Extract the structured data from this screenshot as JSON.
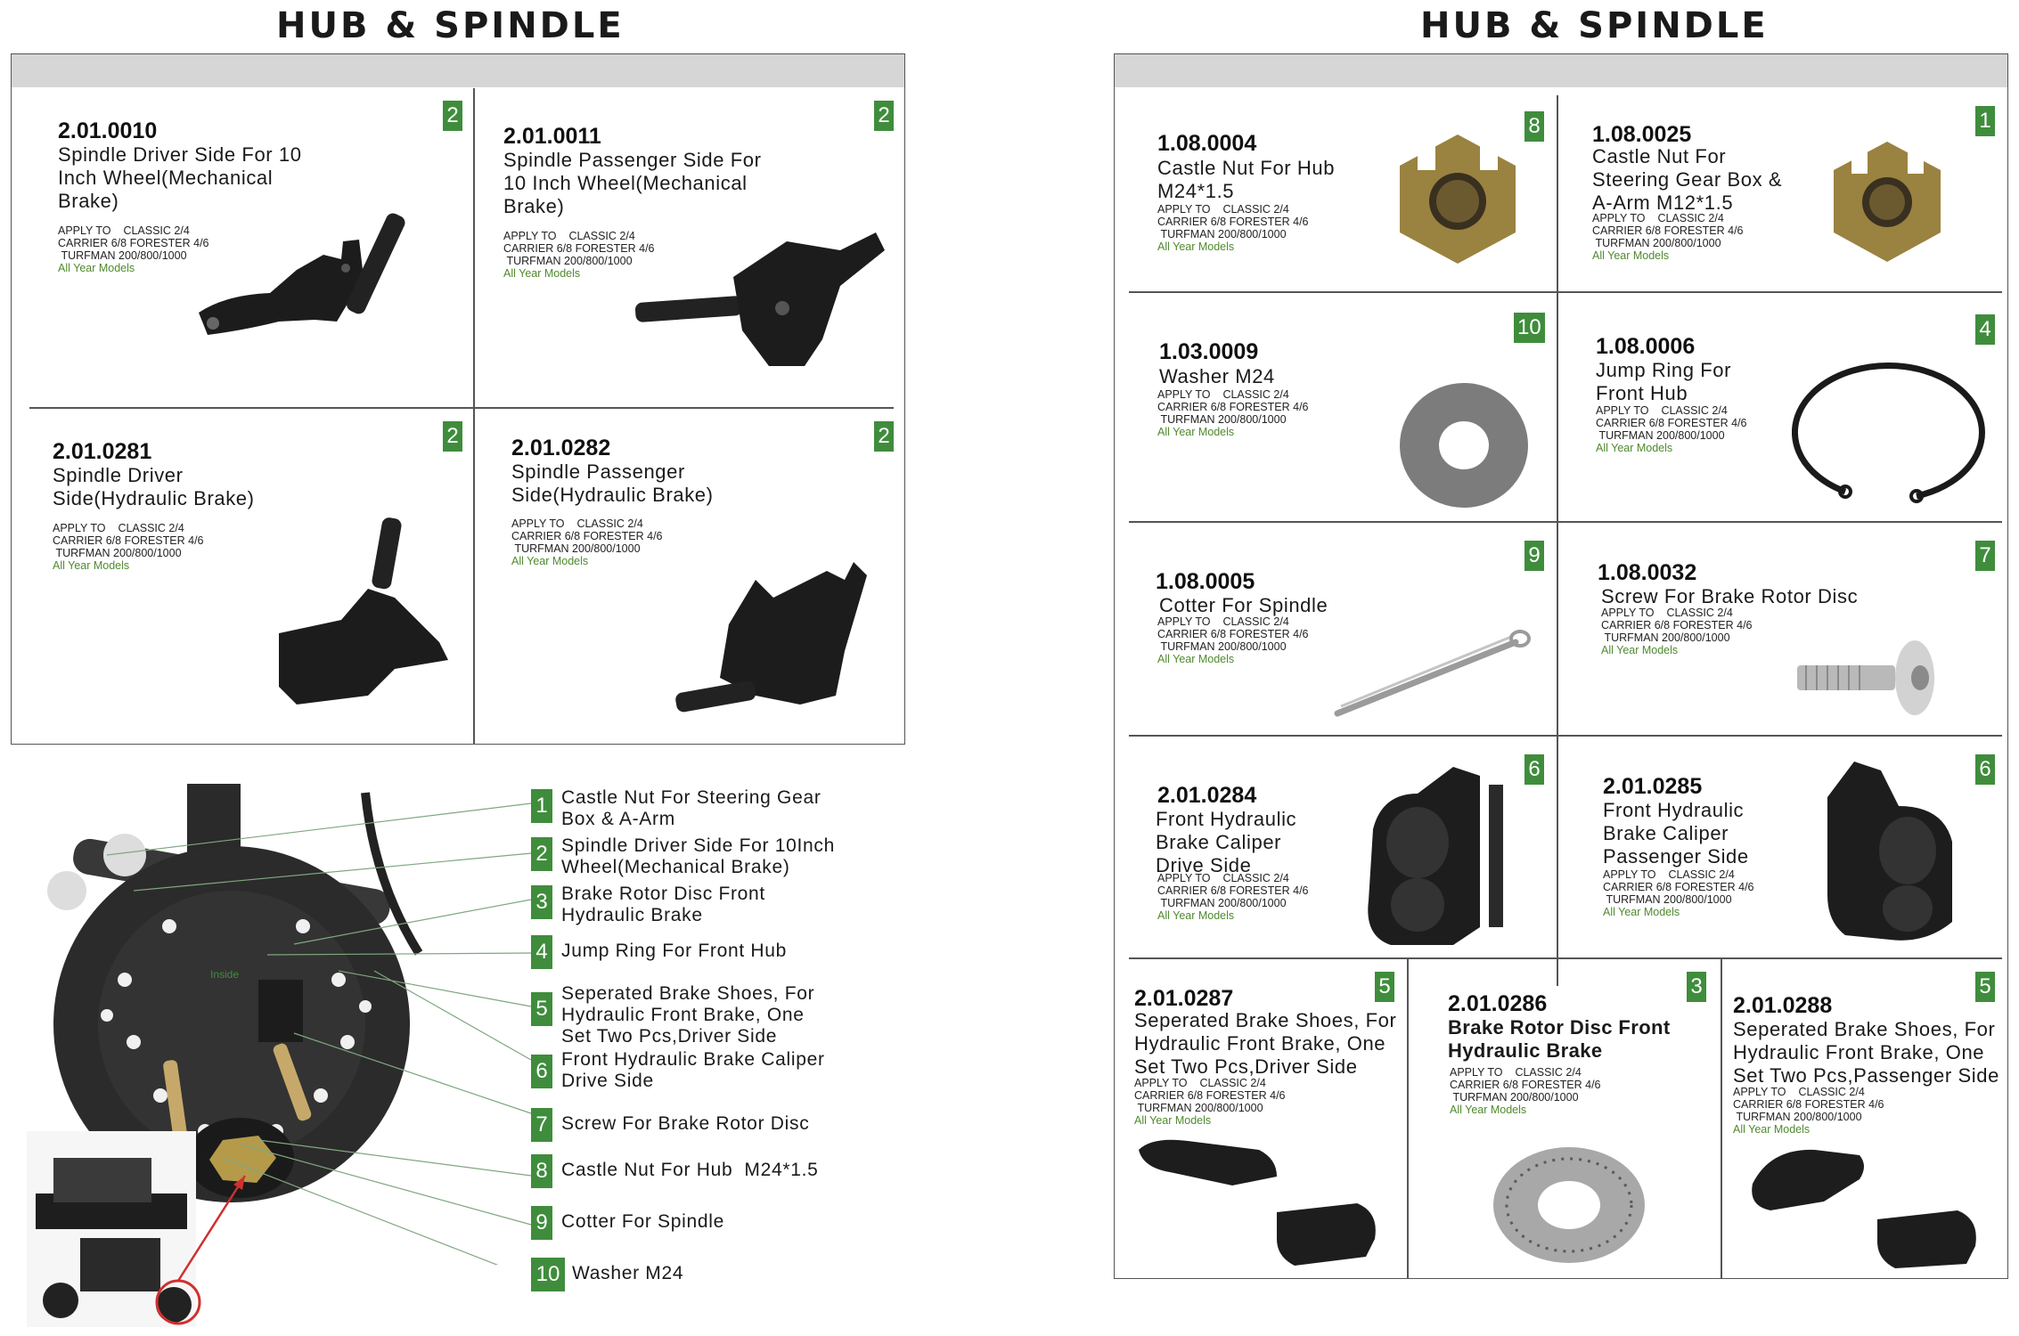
{
  "left_page": {
    "title": "HUB & SPINDLE",
    "parts": [
      {
        "code": "2.01.0010",
        "name": "Spindle Driver Side For 10 Inch Wheel(Mechanical Brake)",
        "qty": "2"
      },
      {
        "code": "2.01.0011",
        "name": "Spindle Passenger Side For 10 Inch Wheel(Mechanical Brake)",
        "qty": "2"
      },
      {
        "code": "2.01.0281",
        "name": "Spindle Driver Side(Hydraulic Brake)",
        "qty": "2"
      },
      {
        "code": "2.01.0282",
        "name": "Spindle Passenger Side(Hydraulic Brake)",
        "qty": "2"
      }
    ],
    "legend": [
      {
        "num": "1",
        "text": "Castle Nut For Steering Gear\nBox & A-Arm"
      },
      {
        "num": "2",
        "text": "Spindle Driver Side For 10Inch\nWheel(Mechanical Brake)"
      },
      {
        "num": "3",
        "text": "Brake Rotor Disc Front\nHydraulic Brake"
      },
      {
        "num": "4",
        "text": "Jump Ring For Front Hub"
      },
      {
        "num": "5",
        "text": "Seperated Brake Shoes, For\nHydraulic Front Brake, One\nSet Two Pcs,Driver Side"
      },
      {
        "num": "6",
        "text": "Front Hydraulic Brake Caliper\nDrive Side"
      },
      {
        "num": "7",
        "text": "Screw For Brake Rotor Disc"
      },
      {
        "num": "8",
        "text": "Castle Nut For Hub  M24*1.5"
      },
      {
        "num": "9",
        "text": "Cotter For Spindle"
      },
      {
        "num": "10",
        "text": "Washer M24"
      }
    ],
    "photo_label": "Inside"
  },
  "right_page": {
    "title": "HUB & SPINDLE",
    "parts": [
      {
        "code": "1.08.0004",
        "name": "Castle Nut For Hub  M24*1.5",
        "qty": "8"
      },
      {
        "code": "1.08.0025",
        "name": "Castle Nut For Steering Gear Box & A-Arm M12*1.5",
        "qty": "1"
      },
      {
        "code": "1.03.0009",
        "name": "Washer M24",
        "qty": "10"
      },
      {
        "code": "1.08.0006",
        "name": "Jump Ring For Front Hub",
        "qty": "4"
      },
      {
        "code": "1.08.0005",
        "name": "Cotter For Spindle",
        "qty": "9"
      },
      {
        "code": "1.08.0032",
        "name": "Screw For Brake Rotor Disc",
        "qty": "7"
      },
      {
        "code": "2.01.0284",
        "name": "Front Hydraulic Brake Caliper Drive Side",
        "qty": "6"
      },
      {
        "code": "2.01.0285",
        "name": "Front Hydraulic Brake Caliper Passenger Side",
        "qty": "6"
      },
      {
        "code": "2.01.0287",
        "name": "Seperated Brake Shoes, For Hydraulic Front Brake, One Set Two Pcs,Driver Side",
        "qty": "5"
      },
      {
        "code": "2.01.0286",
        "name": "Brake Rotor Disc Front Hydraulic Brake",
        "qty": "3"
      },
      {
        "code": "2.01.0288",
        "name": "Seperated Brake Shoes, For Hydraulic Front Brake, One Set Two Pcs,Passenger Side",
        "qty": "5"
      }
    ]
  },
  "apply": {
    "label": "APPLY TO",
    "line1": "CLASSIC 2/4",
    "line2": "CARRIER 6/8 FORESTER 4/6",
    "line3": "TURFMAN 200/800/1000",
    "all": "All Year Models"
  }
}
